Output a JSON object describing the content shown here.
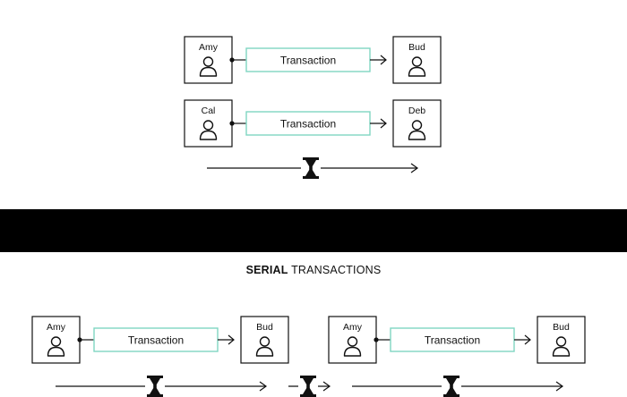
{
  "colors": {
    "background": "#ffffff",
    "ink": "#111111",
    "divider_band": "#000000",
    "transaction_border": "#7fd6c2"
  },
  "icons": {
    "person": "person-icon",
    "time": "hourglass-icon",
    "arrow": "arrow-right-icon"
  },
  "parallel": {
    "rows": [
      {
        "from": "Amy",
        "transaction": "Transaction",
        "to": "Bud"
      },
      {
        "from": "Cal",
        "transaction": "Transaction",
        "to": "Deb"
      }
    ]
  },
  "serial": {
    "title_bold": "SERIAL",
    "title_rest": " TRANSACTIONS",
    "steps": [
      {
        "from": "Amy",
        "transaction": "Transaction",
        "to": "Bud"
      },
      {
        "from": "Amy",
        "transaction": "Transaction",
        "to": "Bud"
      }
    ]
  }
}
